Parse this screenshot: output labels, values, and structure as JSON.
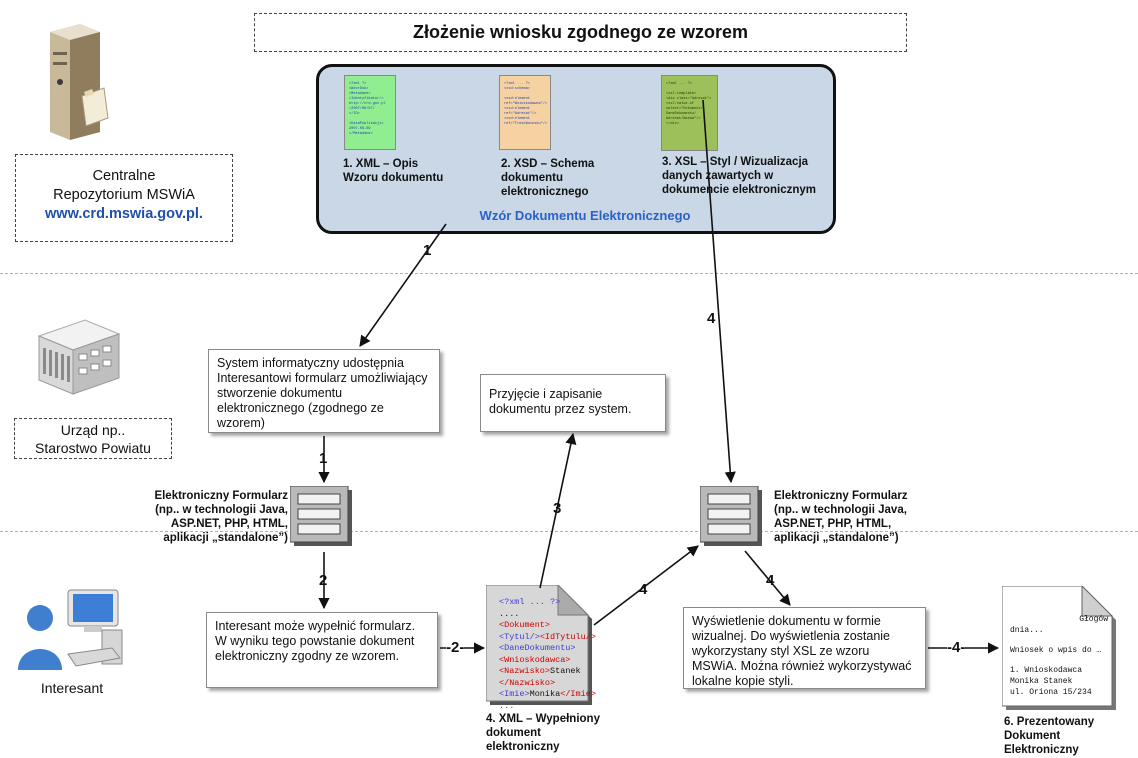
{
  "title": "Złożenie wniosku zgodnego ze wzorem",
  "repository": {
    "line1": "Centralne",
    "line2": "Repozytorium MSWiA",
    "url": "www.crd.mswia.gov.pl."
  },
  "office": {
    "line1": "Urząd np..",
    "line2": "Starostwo Powiatu"
  },
  "applicant": {
    "label": "Interesant"
  },
  "template_panel": {
    "label": "Wzór Dokumentu Elektronicznego",
    "docs": [
      {
        "caption_l1": "1. XML – Opis",
        "caption_l2": "Wzoru dokumentu",
        "caption_l3": ""
      },
      {
        "caption_l1": "2. XSD – Schema",
        "caption_l2": "dokumentu",
        "caption_l3": "elektronicznego"
      },
      {
        "caption_l1": "3. XSL – Styl / Wizualizacja",
        "caption_l2": "danych zawartych w",
        "caption_l3": "dokumencie elektronicznym"
      }
    ]
  },
  "boxes": {
    "system": "System informatyczny udostępnia Interesantowi formularz umożliwiający stworzenie dokumentu elektronicznego (zgodnego ze wzorem)",
    "accept": "Przyjęcie i zapisanie dokumentu przez system.",
    "fill": "Interesant może wypełnić formularz. W wyniku tego powstanie dokument elektroniczny zgodny ze wzorem.",
    "display": "Wyświetlenie dokumentu w formie wizualnej. Do wyświetlenia zostanie wykorzystany styl XSL ze wzoru MSWiA. Można również wykorzystywać lokalne kopie styli."
  },
  "forms": {
    "l1": "Elektroniczny Formularz",
    "l2": "(np.. w technologii Java,",
    "l3": "ASP.NET, PHP, HTML,",
    "l4": "aplikacji „standalone”)"
  },
  "filled_doc": {
    "caption_l1": "4. XML – Wypełniony",
    "caption_l2": "dokument",
    "caption_l3": "elektroniczny",
    "code": {
      "line1": "<?xml ... ?>",
      "line2": "....",
      "line3": "<Dokument>",
      "line4a": "<Tytul/>",
      "line4b": "<IdTytulu/>",
      "line5": "<DaneDokumentu>",
      "line6": "<Wnioskodawca>",
      "line7a": "<Nazwisko>",
      "line7b": "Stanek",
      "line8": "</Nazwisko>",
      "line9a": "<Imie>",
      "line9b": "Monika",
      "line9c": "</Imie>",
      "line10": "..."
    }
  },
  "presented_doc": {
    "caption_l1": "6. Prezentowany",
    "caption_l2": "Dokument",
    "caption_l3": "Elektroniczny",
    "lines": {
      "l1": "Głogów",
      "l2": "dnia...",
      "l3": "Wniosek o wpis do …",
      "l4": "1. Wnioskodawca",
      "l5": "Monika Stanek",
      "l6": "ul. Oriona 15/234"
    }
  },
  "step_numbers": {
    "s1a": "1",
    "s1b": "1",
    "s2a": "2",
    "s2b": "-2-",
    "s3": "3",
    "s4a": "4",
    "s4b": "4",
    "s4c": "4",
    "s4d": "-4-"
  },
  "colors": {
    "panel_fill": "#c9d7e6",
    "panel_label": "#2a62c9",
    "xml_doc": "#90ee90",
    "xsd_doc": "#f6d2a2",
    "xsl_doc": "#9dc05a",
    "arrow": "#111111"
  }
}
